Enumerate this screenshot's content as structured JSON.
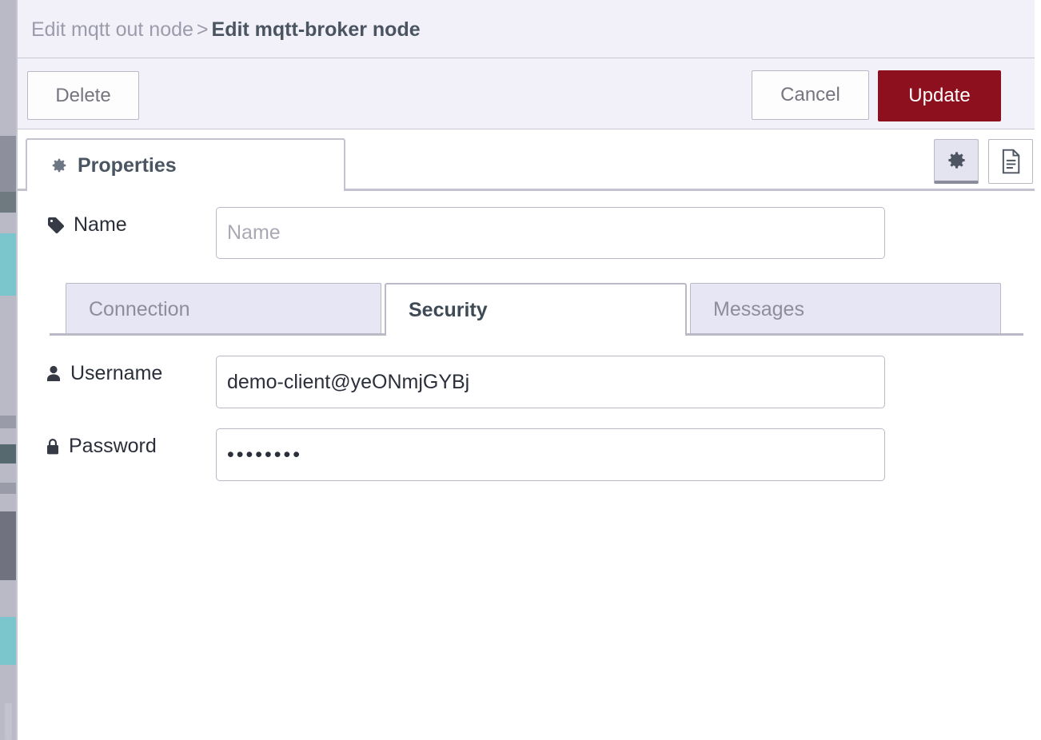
{
  "header": {
    "breadcrumb_previous": "Edit mqtt out node",
    "breadcrumb_separator": ">",
    "breadcrumb_current": "Edit mqtt-broker node"
  },
  "toolbar": {
    "delete_label": "Delete",
    "cancel_label": "Cancel",
    "update_label": "Update",
    "update_color": "#8d101e"
  },
  "tabs": {
    "properties_label": "Properties",
    "properties_icon": "gear-icon",
    "settings_button_icon": "gear-icon",
    "description_button_icon": "document-icon"
  },
  "form": {
    "name": {
      "label": "Name",
      "icon": "tag-icon",
      "value": "",
      "placeholder": "Name"
    },
    "username": {
      "label": "Username",
      "icon": "user-icon",
      "value": "demo-client@yeONmjGYBj",
      "placeholder": ""
    },
    "password": {
      "label": "Password",
      "icon": "lock-icon",
      "value": "••••••••",
      "placeholder": ""
    }
  },
  "subtabs": [
    {
      "label": "Connection",
      "active": false
    },
    {
      "label": "Security",
      "active": true
    },
    {
      "label": "Messages",
      "active": false
    }
  ]
}
